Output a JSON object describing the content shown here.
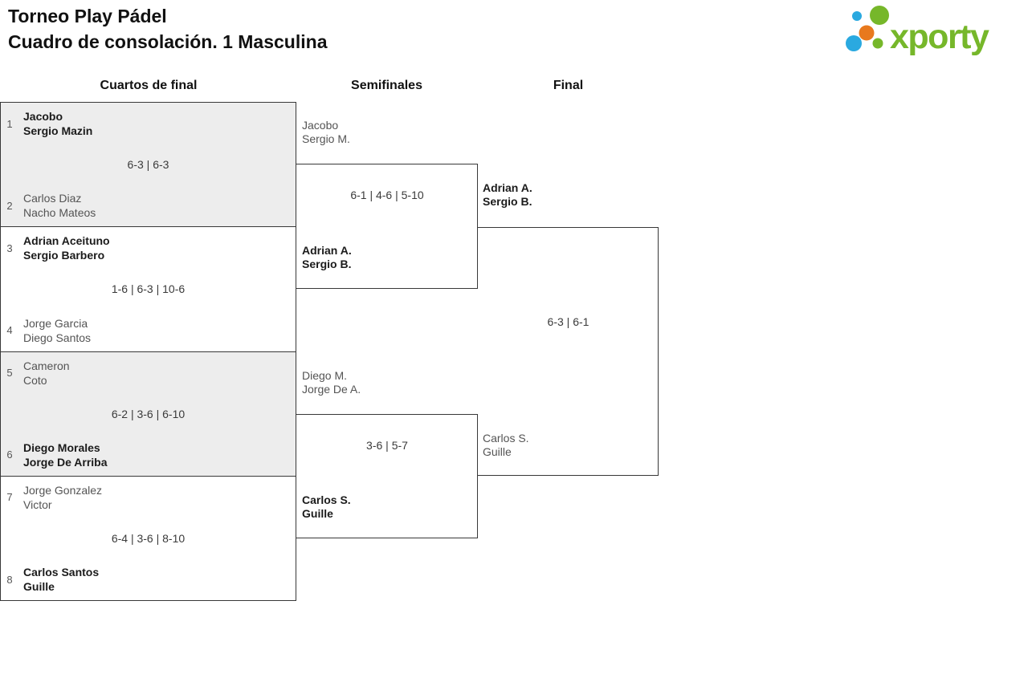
{
  "header": {
    "title_line1": "Torneo Play Pádel",
    "title_line2": "Cuadro de consolación. 1 Masculina"
  },
  "logo": {
    "text": "xporty",
    "icon": "dots-cluster-icon",
    "colors": {
      "green": "#76b72a",
      "blue": "#2aa9e0",
      "orange": "#e8791e"
    }
  },
  "round_headers": {
    "quarterfinals": "Cuartos de final",
    "semifinals": "Semifinales",
    "final": "Final"
  },
  "quarterfinals": [
    {
      "seed_top": "1",
      "top_line1": "Jacobo",
      "top_line2": "Sergio Mazin",
      "score": "6-3 | 6-3",
      "seed_bottom": "2",
      "bottom_line1": "Carlos Diaz",
      "bottom_line2": "Nacho Mateos"
    },
    {
      "seed_top": "3",
      "top_line1": "Adrian Aceituno",
      "top_line2": "Sergio Barbero",
      "score": "1-6 | 6-3 | 10-6",
      "seed_bottom": "4",
      "bottom_line1": "Jorge Garcia",
      "bottom_line2": "Diego Santos"
    },
    {
      "seed_top": "5",
      "top_line1": "Cameron",
      "top_line2": "Coto",
      "score": "6-2 | 3-6 | 6-10",
      "seed_bottom": "6",
      "bottom_line1": "Diego Morales",
      "bottom_line2": "Jorge De Arriba"
    },
    {
      "seed_top": "7",
      "top_line1": "Jorge Gonzalez",
      "top_line2": "Victor",
      "score": "6-4 | 3-6 | 8-10",
      "seed_bottom": "8",
      "bottom_line1": "Carlos Santos",
      "bottom_line2": "Guille"
    }
  ],
  "semifinals": [
    {
      "top_line1": "Jacobo",
      "top_line2": "Sergio M.",
      "score": "6-1 | 4-6 | 5-10",
      "bottom_line1": "Adrian A.",
      "bottom_line2": "Sergio B."
    },
    {
      "top_line1": "Diego M.",
      "top_line2": "Jorge De A.",
      "score": "3-6 | 5-7",
      "bottom_line1": "Carlos S.",
      "bottom_line2": "Guille"
    }
  ],
  "final": {
    "top_line1": "Adrian A.",
    "top_line2": "Sergio B.",
    "score": "6-3 | 6-1",
    "bottom_line1": "Carlos S.",
    "bottom_line2": "Guille"
  }
}
